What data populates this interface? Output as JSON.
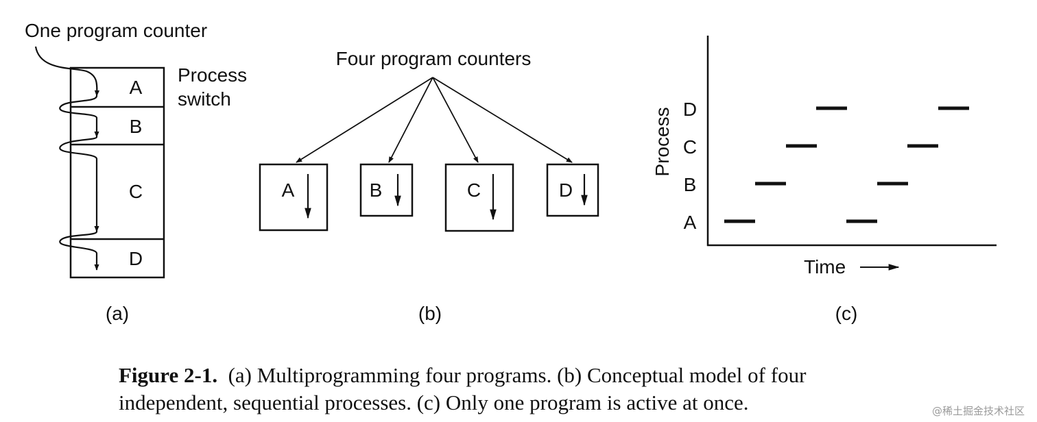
{
  "panel_a": {
    "pointer_label": "One program counter",
    "switch_label_line1": "Process",
    "switch_label_line2": "switch",
    "blocks": [
      "A",
      "B",
      "C",
      "D"
    ],
    "sublabel": "(a)"
  },
  "panel_b": {
    "title": "Four program counters",
    "boxes": [
      "A",
      "B",
      "C",
      "D"
    ],
    "sublabel": "(b)"
  },
  "panel_c": {
    "y_axis_label": "Process",
    "x_axis_label": "Time",
    "rows": [
      "A",
      "B",
      "C",
      "D"
    ],
    "sublabel": "(c)"
  },
  "caption": {
    "label": "Figure 2-1.",
    "line1": "(a) Multiprogramming four programs.  (b) Conceptual model of four",
    "line2": "independent, sequential processes.  (c) Only one program is active at once."
  },
  "watermark": "@稀土掘金技术社区"
}
